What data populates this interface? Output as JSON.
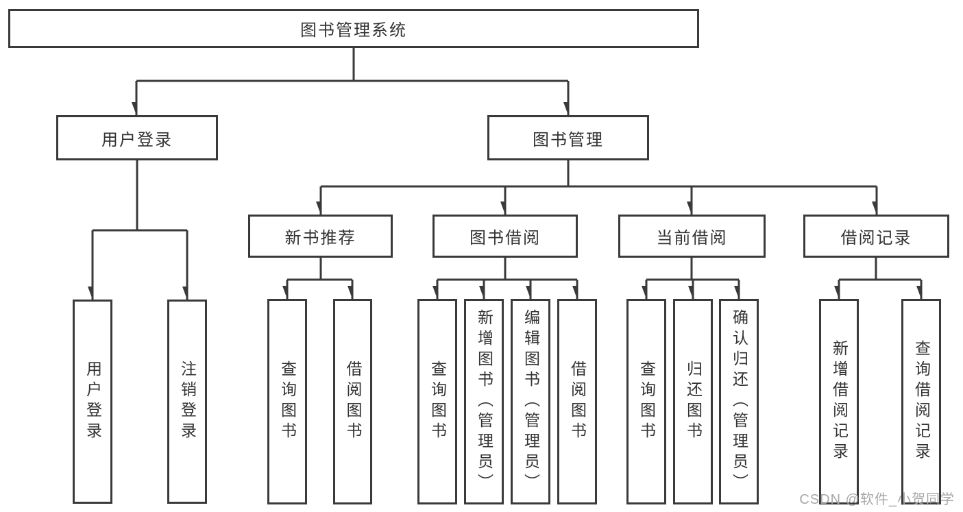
{
  "diagram": {
    "title": "图书管理系统",
    "nodes": {
      "root": "图书管理系统",
      "user_login": "用户登录",
      "book_mgmt": "图书管理",
      "new_book_rec": "新书推荐",
      "book_borrow": "图书借阅",
      "current_borrow": "当前借阅",
      "borrow_records": "借阅记录",
      "v_user_login": "用户登录",
      "v_logout": "注销登录",
      "v_query_book": "查询图书",
      "v_borrow_book": "借阅图书",
      "v_add_book": "新增图书（管理员）",
      "v_edit_book": "编辑图书（管理员）",
      "v_return_book": "归还图书",
      "v_confirm_return": "确认归还（管理员）",
      "v_add_borrow_record": "新增借阅记录",
      "v_query_borrow_record": "查询借阅记录"
    },
    "hierarchy": {
      "图书管理系统": {
        "用户登录": [
          "用户登录",
          "注销登录"
        ],
        "图书管理": {
          "新书推荐": [
            "查询图书",
            "借阅图书"
          ],
          "图书借阅": [
            "查询图书",
            "新增图书（管理员）",
            "编辑图书（管理员）",
            "借阅图书"
          ],
          "当前借阅": [
            "查询图书",
            "归还图书",
            "确认归还（管理员）"
          ],
          "借阅记录": [
            "新增借阅记录",
            "查询借阅记录"
          ]
        }
      }
    }
  },
  "watermark": "CSDN @软件_小贺同学",
  "colors": {
    "line": "#3a3a3a",
    "text": "#333333",
    "watermark": "#a8a8a8",
    "background": "#ffffff"
  }
}
